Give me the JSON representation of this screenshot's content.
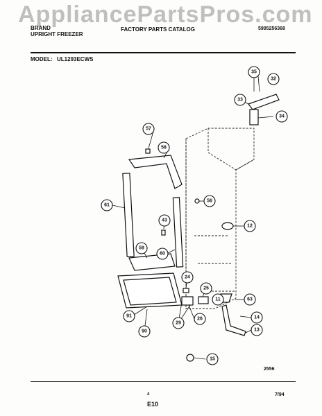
{
  "watermark": "AppliancePartsPros.com",
  "header": {
    "brand": "BRAND",
    "product": "UPRIGHT FREEZER",
    "catalog": "FACTORY PARTS CATALOG",
    "catalog_number": "5995256368",
    "model_label": "MODEL:",
    "model_number": "UL1293ECWS"
  },
  "callouts": [
    "35",
    "32",
    "33",
    "34",
    "57",
    "58",
    "56",
    "61",
    "43",
    "12",
    "59",
    "60",
    "24",
    "25",
    "11",
    "63",
    "91",
    "26",
    "29",
    "14",
    "90",
    "13",
    "15"
  ],
  "diagram_number": "2556",
  "footer": {
    "page_marker": "4",
    "page_code": "E10",
    "date": "7/94"
  }
}
